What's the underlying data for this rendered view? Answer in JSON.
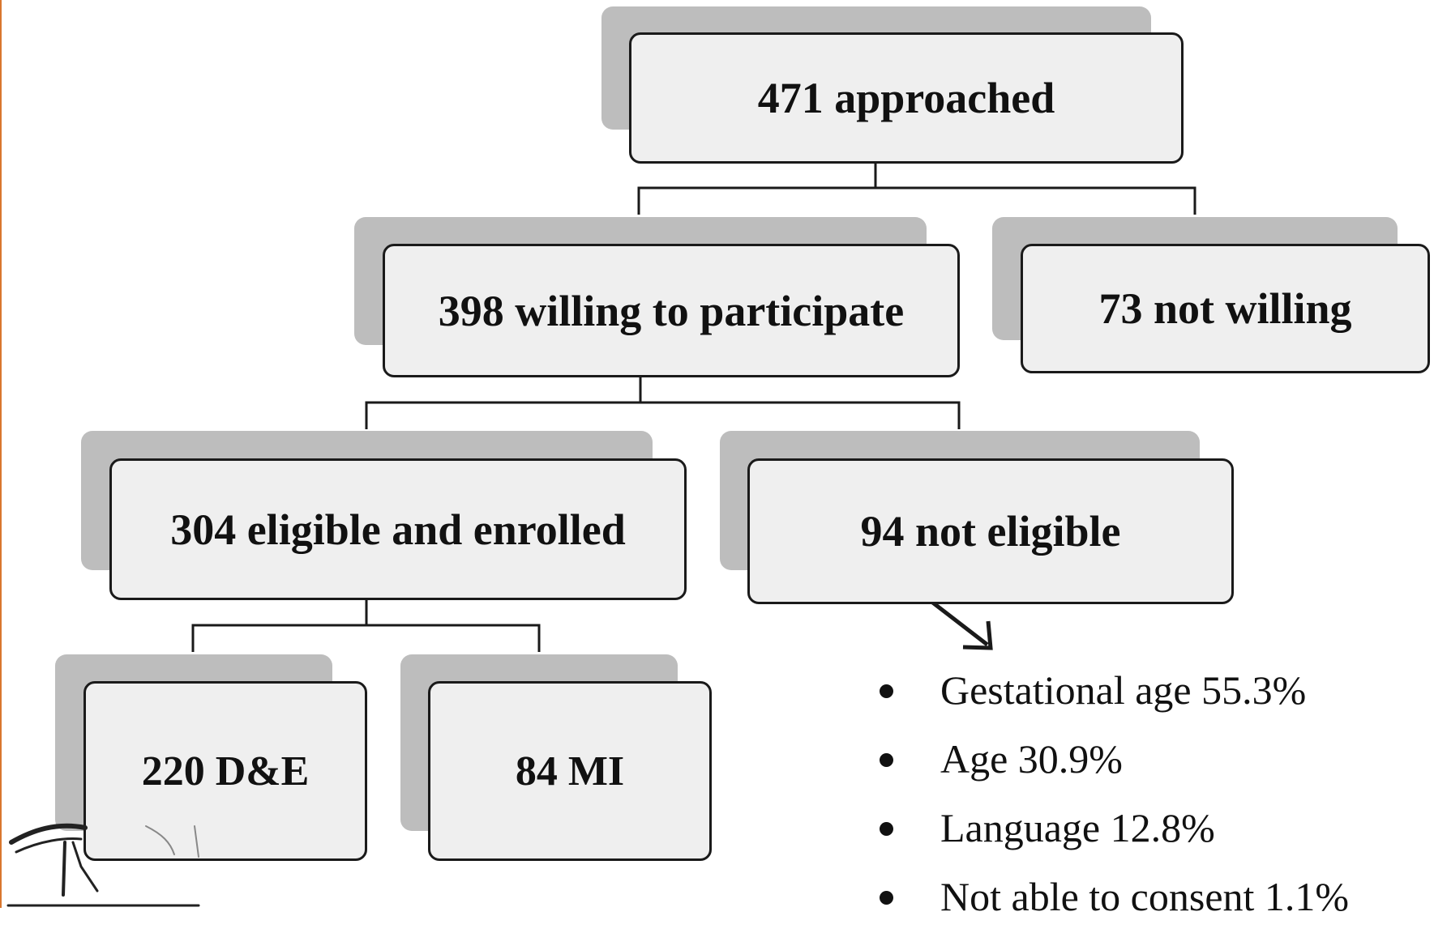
{
  "flowchart": {
    "approached": "471 approached",
    "willing": "398 willing to participate",
    "not_willing": "73 not willing",
    "eligible": "304 eligible and enrolled",
    "not_eligible": "94 not eligible",
    "de": "220 D&E",
    "mi": "84 MI"
  },
  "ineligibility_reasons": [
    "Gestational age 55.3%",
    "Age  30.9%",
    "Language 12.8%",
    "Not able to consent 1.1%"
  ],
  "colors": {
    "box_fill": "#efefef",
    "shadow": "#bdbdbd",
    "outline": "#1a1a1a",
    "accent_edge": "#d9772e"
  }
}
